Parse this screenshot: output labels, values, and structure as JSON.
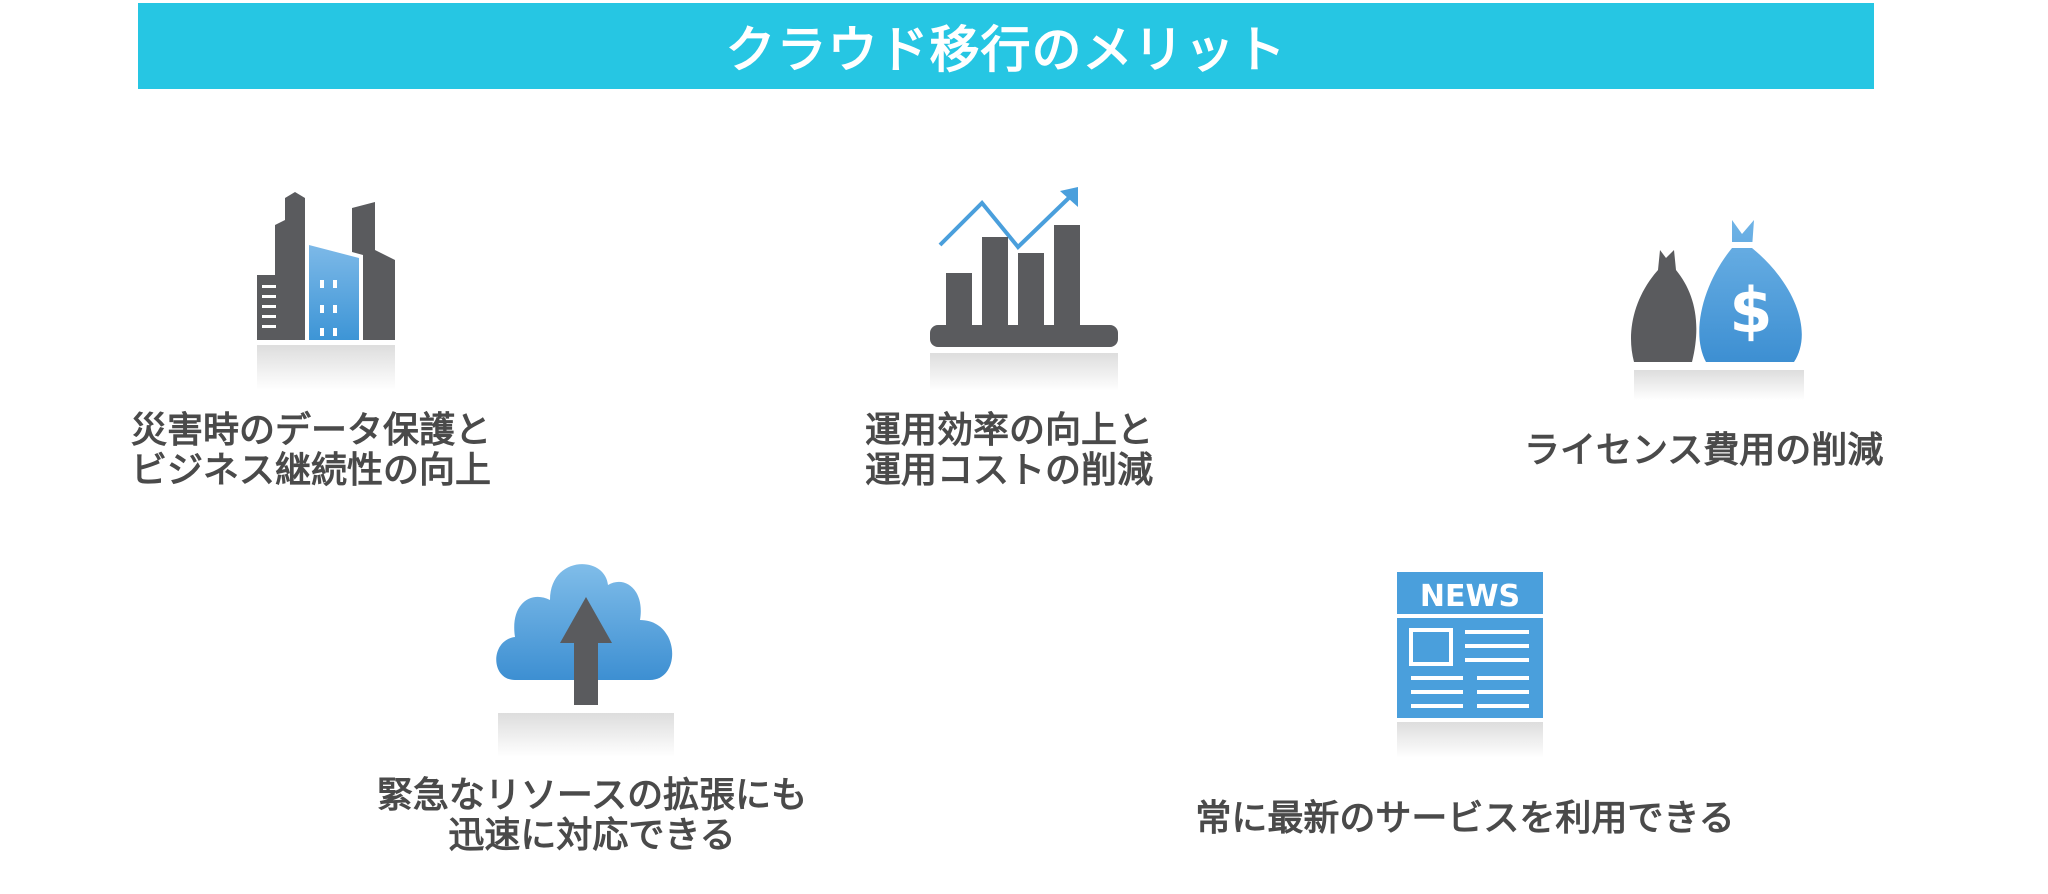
{
  "header": {
    "title": "クラウド移行のメリット"
  },
  "colors": {
    "banner": "#26c6e3",
    "icon_gray": "#5a5b5e",
    "icon_blue": "#4a9fdc",
    "text": "#4a4a4a"
  },
  "benefits": [
    {
      "icon": "buildings-icon",
      "lines": [
        "災害時のデータ保護と",
        "ビジネス継続性の向上"
      ]
    },
    {
      "icon": "growth-chart-icon",
      "lines": [
        "運用効率の向上と",
        "運用コストの削減"
      ]
    },
    {
      "icon": "money-bag-icon",
      "lines": [
        "ライセンス費用の削減"
      ]
    },
    {
      "icon": "cloud-upload-icon",
      "lines": [
        "緊急なリソースの拡張にも",
        "迅速に対応できる"
      ]
    },
    {
      "icon": "news-icon",
      "icon_text": "NEWS",
      "lines": [
        "常に最新のサービスを利用できる"
      ]
    }
  ]
}
